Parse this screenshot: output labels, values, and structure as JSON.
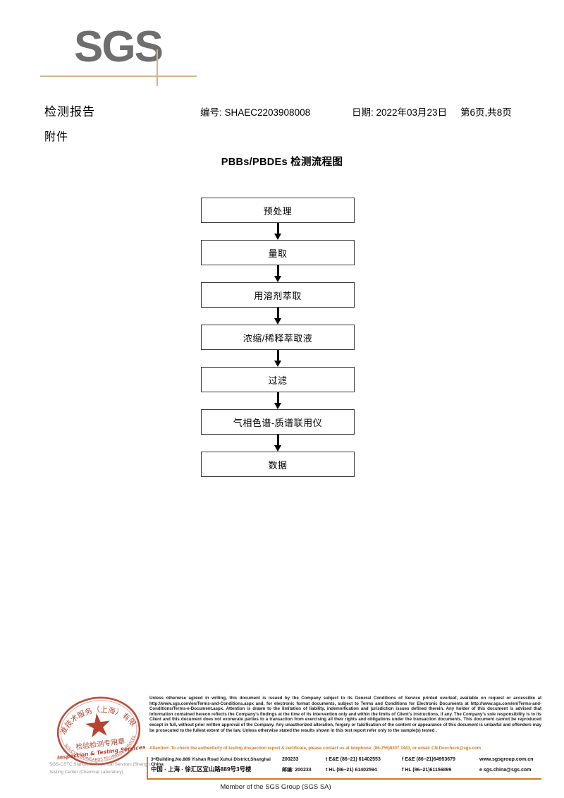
{
  "logo": {
    "text": "SGS",
    "rule_color": "#d8b48c"
  },
  "header": {
    "report_title": "检测报告",
    "attachment_label": "附件",
    "report_no": "编号: SHAEC2203908008",
    "date": "日期: 2022年03月23日",
    "page": "第6页,共8页"
  },
  "flowchart": {
    "title": "PBBs/PBDEs 检测流程图",
    "steps": [
      {
        "label": "预处理"
      },
      {
        "label": "量取"
      },
      {
        "label": "用溶剂萃取"
      },
      {
        "label": "浓缩/稀释萃取液"
      },
      {
        "label": "过滤"
      },
      {
        "label": "气相色谱-质谱联用仪"
      },
      {
        "label": "数据"
      }
    ]
  },
  "stamp": {
    "top_text": "质标准技术服务（上海）有限公司",
    "center_text_cn": "检验检测专用章",
    "center_text_en": "Inspection & Testing Services",
    "overlay_line1": "SGS-CSTC Standards Technical Services (Shanghai) Co., Ltd.",
    "overlay_line2": "Testing Center (Chemical Laboratory)",
    "color": "#b0341f"
  },
  "footer": {
    "legal_text": "Unless otherwise agreed in writing, this document is issued by the Company subject to its General Conditions of Service printed overleaf, available on request or accessible at http://www.sgs.com/en/Terms-and-Conditions.aspx and, for electronic format documents, subject to Terms and Conditions for Electronic Documents at http://www.sgs.com/en/Terms-and-Conditions/Terms-e-Document.aspx. Attention is drawn to the limitation of liability, indemnification and jurisdiction issues defined therein. Any holder of this document is advised that information contained hereon reflects the Company's findings at the time of its intervention only and within the limits of Client's instructions, if any. The Company's sole responsibility is to its Client and this document does not exonerate parties to a transaction from exercising all their rights and obligations under the transaction documents. This document cannot be reproduced except in full, without prior written approval of the Company. Any unauthorized alteration, forgery or falsification of the content or appearance of this document is unlawful and offenders may be prosecuted to the fullest extent of the law. Unless otherwise stated the results shown in this test report refer only to the sample(s) tested .",
    "attention_text": "Attention: To check the authenticity of testing /inspection report & certificate, please contact us at telephone: (86-755)8307 1443, or email: CN.Doccheck@sgs.com",
    "attention_color": "#d4791f",
    "address": {
      "en_line": "3ʳᵈBuilding,No.889 Yishan Road Xuhui District,Shanghai China",
      "en_zip": "200233",
      "en_tel": "t E&E (86–21) 61402553",
      "en_fax": "f E&E (86–21)64953679",
      "en_web": "www.sgsgroup.com.cn",
      "cn_line": "中国 · 上海 · 徐汇区宜山路889号3号楼",
      "cn_zip_label": "邮编: 200233",
      "cn_tel": "t HL (86–21) 61402594",
      "cn_fax": "f HL (86–21)61156899",
      "cn_mail": "e  sgs.china@sgs.com"
    },
    "member_line": "Member of the SGS Group (SGS SA)"
  }
}
